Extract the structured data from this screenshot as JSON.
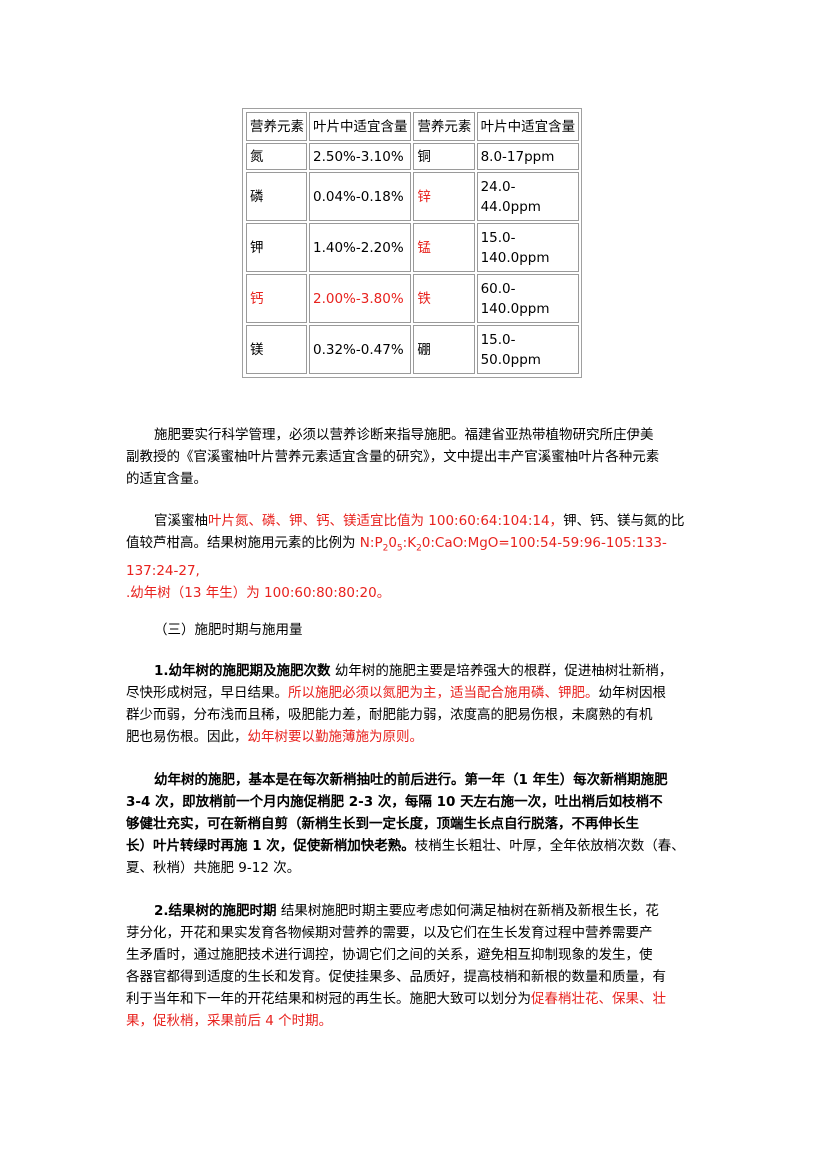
{
  "table": {
    "headers": [
      "营养元素",
      "叶片中适宜含量",
      "营养元素",
      "叶片中适宜含量"
    ],
    "rows": [
      {
        "e1": "氮",
        "v1": "2.50%-3.10%",
        "e2": "铜",
        "v2a": "8.0-17ppm",
        "v2b": ""
      },
      {
        "e1": "磷",
        "v1": "0.04%-0.18%",
        "e2": "锌",
        "v2a": "24.0-",
        "v2b": "44.0ppm"
      },
      {
        "e1": "钾",
        "v1": "1.40%-2.20%",
        "e2": "锰",
        "v2a": "15.0-",
        "v2b": "140.0ppm"
      },
      {
        "e1": "钙",
        "v1": "2.00%-3.80%",
        "e2": "铁",
        "v2a": "60.0-",
        "v2b": "140.0ppm"
      },
      {
        "e1": "镁",
        "v1": "0.32%-0.47%",
        "e2": "硼",
        "v2a": "15.0-",
        "v2b": "50.0ppm"
      }
    ]
  },
  "para1": {
    "l1": "施肥要实行科学管理，必须以营养诊断来指导施肥。福建省亚热带植物研究所庄伊美",
    "l2": "副教授的《官溪蜜柚叶片营养元素适宜含量的研究》，文中提出丰产官溪蜜柚叶片各种元素",
    "l3": "的适宜含量。"
  },
  "para2": {
    "l1a": "官溪蜜柚",
    "l1b": "叶片氮、磷、钾、钙、镁适宜比值为 100:60:64:104:14，",
    "l1c": "钾、钙、镁与氮的比",
    "l2a": "值较芦柑高。结果树施用元素的比例为 ",
    "l2_n": "N:P",
    "l2_sub1": "2",
    "l2_o": "0",
    "l2_sub2": "5",
    "l2_k": ":K",
    "l2_sub3": "2",
    "l2_rest": "0:CaO:MgO=100:54-59:96-105:133-",
    "l3": "137:24-27,",
    "l4": ".幼年树（13 年生）为 100:60:80:80:20。"
  },
  "heading3": "（三）施肥时期与施用量",
  "para3": {
    "l1_bold": "1.幼年树的施肥期及施肥次数",
    "l1_rest": " 幼年树的施肥主要是培养强大的根群，促进柚树壮新梢，",
    "l2a": "尽快形成树冠，早日结果。",
    "l2b": "所以施肥必须以氮肥为主，适当配合施用磷、钾肥。",
    "l2c": "幼年树因根",
    "l3": "群少而弱，分布浅而且稀，吸肥能力差，耐肥能力弱，浓度高的肥易伤根，未腐熟的有机",
    "l4a": "肥也易伤根。因此，",
    "l4b": "幼年树要以勤施薄施为原则。"
  },
  "para4": {
    "l1": "幼年树的施肥，基本是在每次新梢抽吐的前后进行。第一年（1 年生）每次新梢期施肥",
    "l2": "3-4 次，即放梢前一个月内施促梢肥 2-3 次，每隔 10 天左右施一次，吐出梢后如枝梢不",
    "l3": "够健壮充实，可在新梢自剪（新梢生长到一定长度，顶端生长点自行脱落，不再伸长生",
    "l4a": "长）叶片转绿时再施 1 次，促使新梢加快老熟。",
    "l4b": "枝梢生长粗壮、叶厚，全年依放梢次数（春、",
    "l5": "夏、秋梢）共施肥 9-12 次。"
  },
  "para5": {
    "l1_bold": "2.结果树的施肥时期",
    "l1_rest": " 结果树施肥时期主要应考虑如何满足柚树在新梢及新根生长，花",
    "l2": "芽分化，开花和果实发育各物候期对营养的需要，以及它们在生长发育过程中营养需要产",
    "l3": "生矛盾时，通过施肥技术进行调控，协调它们之间的关系，避免相互抑制现象的发生，使",
    "l4": "各器官都得到适度的生长和发育。促使挂果多、品质好，提高枝梢和新根的数量和质量，有",
    "l5a": "利于当年和下一年的开花结果和树冠的再生长。施肥大致可以划分为",
    "l5b": "促春梢壮花、保果、壮",
    "l6": "果，促秋梢，采果前后 4 个时期。"
  },
  "colors": {
    "red": "#e8221e",
    "text": "#000000",
    "border": "#9a9a9a"
  }
}
